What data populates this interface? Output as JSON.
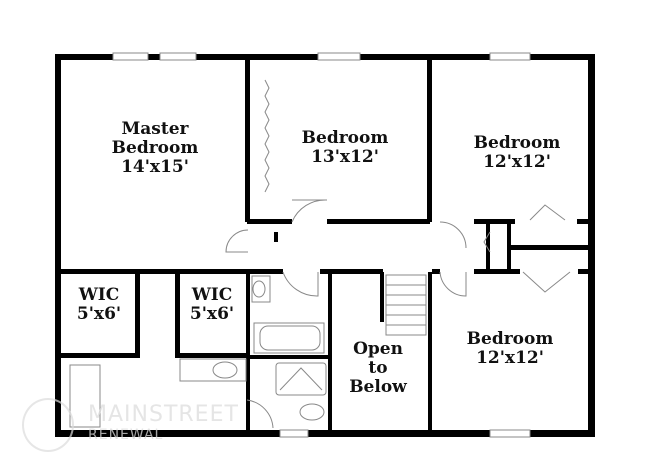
{
  "rooms": [
    {
      "name": "Master Bedroom",
      "line1": "Master",
      "line2": "Bedroom",
      "size": "14'x15'"
    },
    {
      "name": "Bedroom",
      "size": "13'x12'"
    },
    {
      "name": "Bedroom",
      "size": "12'x12'"
    },
    {
      "name": "WIC",
      "size": "5'x6'"
    },
    {
      "name": "WIC",
      "size": "5'x6'"
    },
    {
      "name": "Open to Below",
      "line1": "Open",
      "line2": "to",
      "line3": "Below"
    },
    {
      "name": "Bedroom",
      "size": "12'x12'"
    }
  ],
  "watermark": {
    "line1": "MAINSTREET",
    "line2": "RENEWAL"
  },
  "colors": {
    "wall": "#000000",
    "fixture": "#888888"
  }
}
